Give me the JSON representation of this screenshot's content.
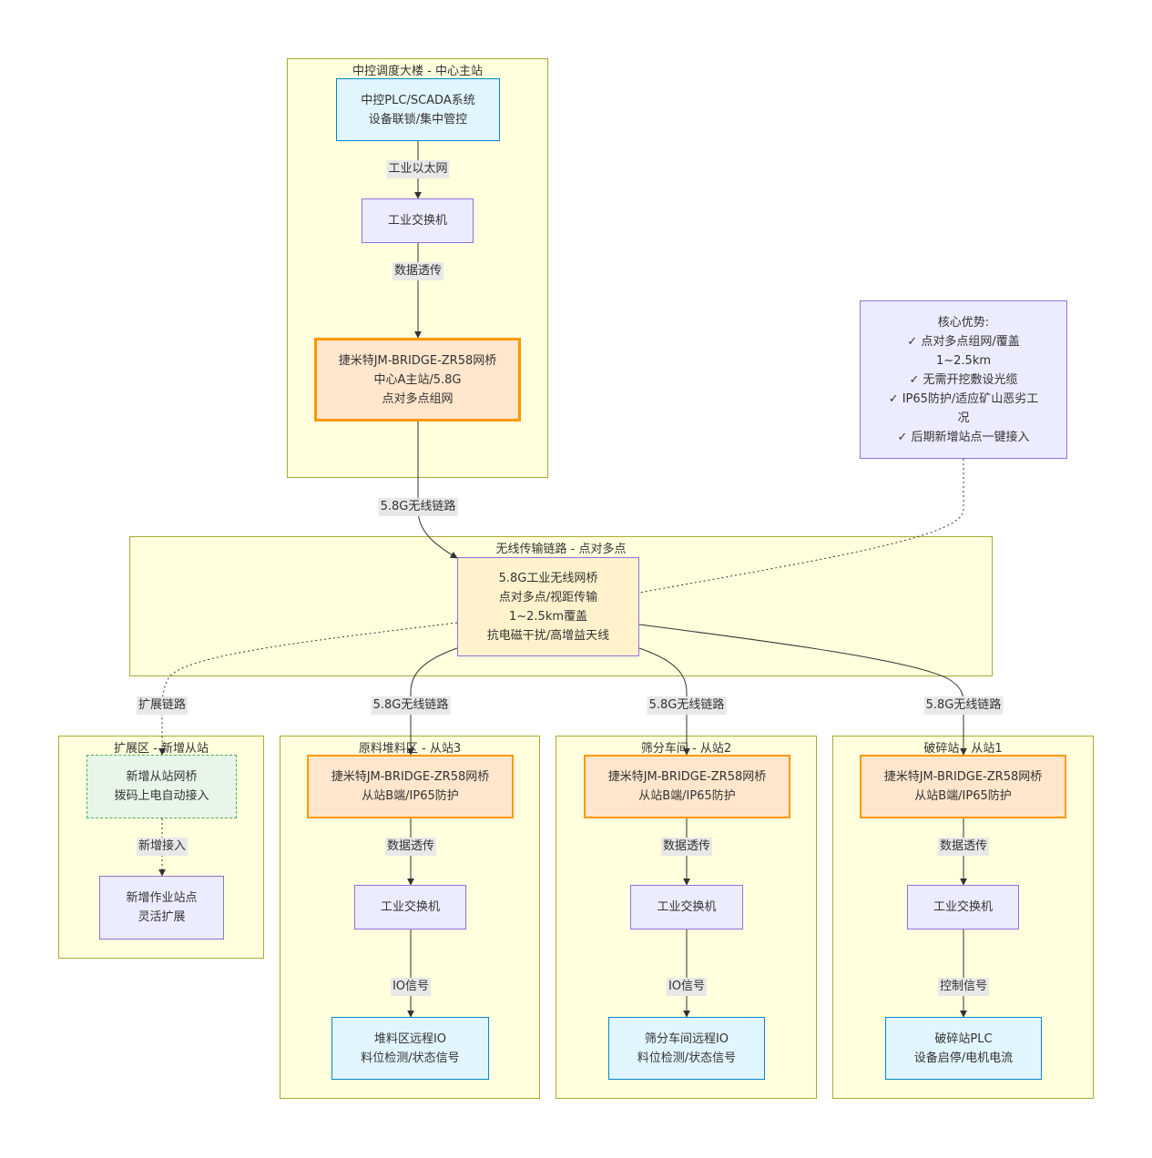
{
  "clusters": {
    "central": "中控调度大楼 - 中心主站",
    "wireless": "无线传输链路 - 点对多点",
    "expand": "扩展区 - 新增从站",
    "stockyard": "原料堆料区 - 从站3",
    "screening": "筛分车间 - 从站2",
    "crushing": "破碎站 - 从站1"
  },
  "nodes": {
    "plc": [
      "中控PLC/SCADA系统",
      "设备联锁/集中管控"
    ],
    "switch_main": [
      "工业交换机"
    ],
    "bridge_main": [
      "捷米特JM-BRIDGE-ZR58网桥",
      "中心A主站/5.8G",
      "点对多点组网"
    ],
    "advantages": [
      "核心优势:",
      "✓ 点对多点组网/覆盖",
      "1~2.5km",
      "✓ 无需开挖敷设光缆",
      "✓ IP65防护/适应矿山恶劣工",
      "况",
      "✓ 后期新增站点一键接入"
    ],
    "wireless_link": [
      "5.8G工业无线网桥",
      "点对多点/视距传输",
      "1~2.5km覆盖",
      "抗电磁干扰/高增益天线"
    ],
    "new_bridge": [
      "新增从站网桥",
      "拨码上电自动接入"
    ],
    "new_site": [
      "新增作业站点",
      "灵活扩展"
    ],
    "bridge_s3": [
      "捷米特JM-BRIDGE-ZR58网桥",
      "从站B端/IP65防护"
    ],
    "switch_s3": [
      "工业交换机"
    ],
    "io_s3": [
      "堆料区远程IO",
      "料位检测/状态信号"
    ],
    "bridge_s2": [
      "捷米特JM-BRIDGE-ZR58网桥",
      "从站B端/IP65防护"
    ],
    "switch_s2": [
      "工业交换机"
    ],
    "io_s2": [
      "筛分车间远程IO",
      "料位检测/状态信号"
    ],
    "bridge_s1": [
      "捷米特JM-BRIDGE-ZR58网桥",
      "从站B端/IP65防护"
    ],
    "switch_s1": [
      "工业交换机"
    ],
    "plc_s1": [
      "破碎站PLC",
      "设备启停/电机电流"
    ]
  },
  "edge_labels": {
    "plc_switch": "工业以太网",
    "switch_bridge": "数据透传",
    "bridge_wireless": "5.8G无线链路",
    "wireless_expand": "扩展链路",
    "wireless_s3": "5.8G无线链路",
    "wireless_s2": "5.8G无线链路",
    "wireless_s1": "5.8G无线链路",
    "expand_new": "新增接入",
    "s3_bridge_switch": "数据透传",
    "s2_bridge_switch": "数据透传",
    "s1_bridge_switch": "数据透传",
    "s3_switch_io": "IO信号",
    "s2_switch_io": "IO信号",
    "s1_switch_plc": "控制信号"
  }
}
